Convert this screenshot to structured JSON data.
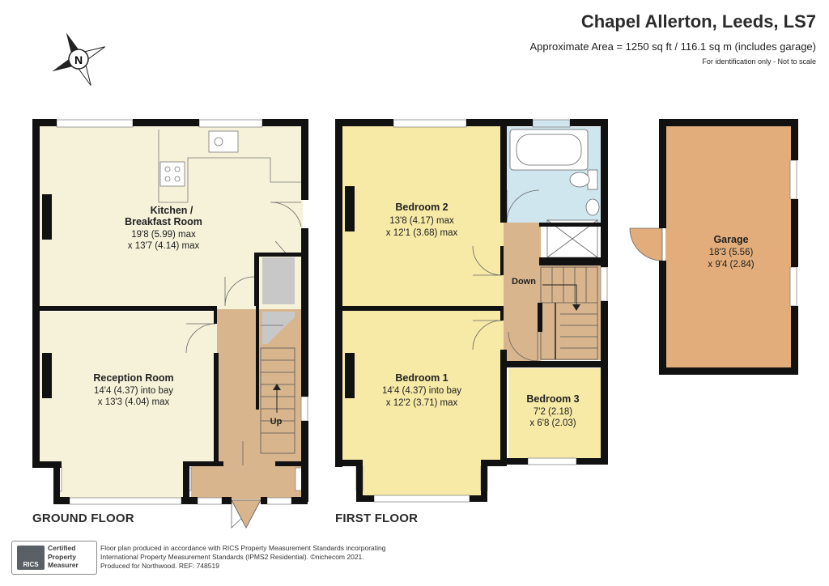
{
  "header": {
    "title": "Chapel Allerton, Leeds, LS7",
    "subtitle": "Approximate Area = 1250 sq ft / 116.1 sq m (includes garage)",
    "note": "For identification only - Not to scale"
  },
  "compass": {
    "letter": "N",
    "icon": "compass-rose-icon"
  },
  "ground_floor": {
    "label": "GROUND FLOOR",
    "kitchen": {
      "name_1": "Kitchen /",
      "name_2": "Breakfast Room",
      "dim_1": "19'8 (5.99) max",
      "dim_2": "x 13'7 (4.14) max"
    },
    "reception": {
      "name": "Reception Room",
      "dim_1": "14'4 (4.37) into bay",
      "dim_2": "x 13'3 (4.04) max"
    },
    "stairs_label": "Up"
  },
  "first_floor": {
    "label": "FIRST FLOOR",
    "bedroom2": {
      "name": "Bedroom 2",
      "dim_1": "13'8 (4.17) max",
      "dim_2": "x 12'1 (3.68) max"
    },
    "bedroom1": {
      "name": "Bedroom 1",
      "dim_1": "14'4 (4.37) into bay",
      "dim_2": "x 12'2 (3.71) max"
    },
    "bedroom3": {
      "name": "Bedroom 3",
      "dim_1": "7'2 (2.18)",
      "dim_2": "x 6'8 (2.03)"
    },
    "stairs_label": "Down"
  },
  "garage": {
    "name": "Garage",
    "dim_1": "18'3 (5.56)",
    "dim_2": "x 9'4 (2.84)"
  },
  "footer": {
    "line_1": "Floor plan produced in accordance with RICS Property Measurement Standards incorporating",
    "line_2": "International Property Measurement Standards (IPMS2 Residential). ©nichecom 2021.",
    "line_3": "Produced for Northwood.   REF:  748519",
    "badge_line_1": "Certified",
    "badge_line_2": "Property",
    "badge_line_3": "Measurer",
    "badge_logo": "RICS"
  },
  "colors": {
    "wall": "#111111",
    "kitchen_fill": "#f6f2d9",
    "bedroom_fill": "#f7e9a6",
    "hall_fill": "#d8b58c",
    "bathroom_fill": "#cfe6ee",
    "garage_fill": "#e2ad7a",
    "cupboard_fill": "#c8c8c8"
  }
}
